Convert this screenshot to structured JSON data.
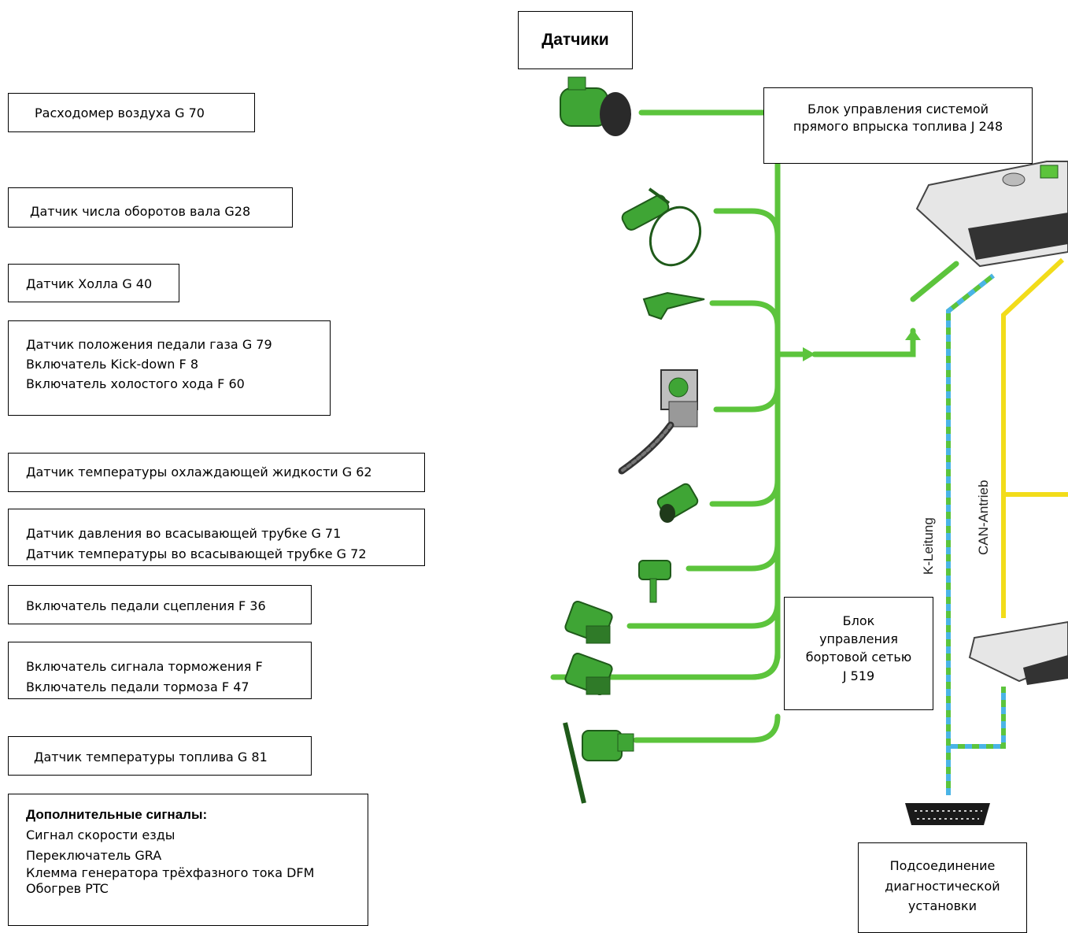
{
  "header": {
    "title": "Датчики"
  },
  "ecu_box": {
    "lines": [
      "Блок управления системой",
      "прямого впрыска топлива J 248"
    ]
  },
  "bcm_box": {
    "lines": [
      "Блок",
      "управления",
      "бортовой сетью",
      "J 519"
    ]
  },
  "diag_box": {
    "lines": [
      "Подсоединение",
      "диагностической",
      "установки"
    ]
  },
  "bus_labels": {
    "k_line": "K-Leitung",
    "can": "CAN-Antrieb"
  },
  "sensors": [
    {
      "lines": [
        "Расходомер воздуха  G 70"
      ]
    },
    {
      "lines": [
        "Датчик числа оборотов вала G28"
      ]
    },
    {
      "lines": [
        "Датчик Холла G 40"
      ]
    },
    {
      "lines": [
        "Датчик положения педали газа G 79",
        "Включатель Kick-down F 8",
        "Включатель холостого хода F 60"
      ]
    },
    {
      "lines": [
        "Датчик температуры охлаждающей  жидкости G 62"
      ]
    },
    {
      "lines": [
        "Датчик давления во всасывающей трубке G 71",
        "Датчик температуры во всасывающей трубке G 72"
      ]
    },
    {
      "lines": [
        "Включатель педали сцепления F 36"
      ]
    },
    {
      "lines": [
        "Включатель сигнала торможения F",
        "Включатель педали тормоза F 47"
      ]
    },
    {
      "lines": [
        "Датчик температуры топлива G 81"
      ]
    }
  ],
  "extra": {
    "title": "Дополнительные сигналы:",
    "lines": [
      "Сигнал скорости езды",
      "Переключатель GRA",
      "Клемма генератора трёхфазного тока DFM",
      "Обогрев PTC"
    ]
  },
  "colors": {
    "green": "#5cc43c",
    "blue": "#4ab4e6",
    "yellow": "#f2dc1a",
    "part": "#3fa535",
    "ecu": "#e6e6e6"
  }
}
